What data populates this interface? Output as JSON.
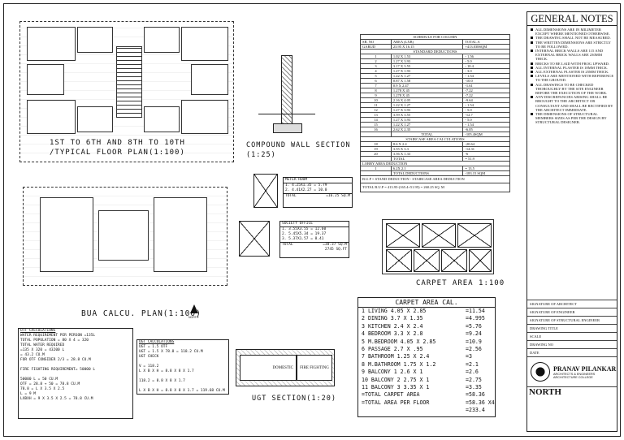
{
  "floor_plan": {
    "title_line1": "1ST TO 6TH AND 8TH TO 10TH",
    "title_line2": "/TYPICAL FLOOR PLAN(1:100)"
  },
  "compound_wall": {
    "title_line1": "COMPOUND WALL SECTION",
    "title_line2": "(1:25)"
  },
  "column_schedule": {
    "header": "SCHEDULE FOR COLUMN",
    "cols": [
      "SR. NO",
      "AREA (LXB)",
      "TOTAL A"
    ],
    "garden": {
      "sr": "GARUD",
      "area": "23.95 X 16.15",
      "total": "+413.038SQM"
    },
    "section_title": "STANDARD DEDUCTIONS",
    "rows": [
      {
        "sr": "1",
        "area": "1.02 X 1.53",
        "total": "- 1.56"
      },
      {
        "sr": "2",
        "area": "1.27 X 3.93",
        "total": "- 5.0"
      },
      {
        "sr": "3",
        "area": "3.17 X 3.55",
        "total": "- 10.4"
      },
      {
        "sr": "4",
        "area": "1.27 X 1.93",
        "total": "- 3.0"
      },
      {
        "sr": "5",
        "area": "1.22 X 1.27",
        "total": "- 1.54"
      },
      {
        "sr": "6",
        "area": "0.87 X 1.58",
        "total": "-10.0"
      },
      {
        "sr": "7",
        "area": "0.9 X 2.47",
        "total": "-1.61"
      },
      {
        "sr": "8",
        "area": "1.278 X 45",
        "total": "-7.22"
      },
      {
        "sr": "9",
        "area": "1.278 X 45",
        "total": "-7.22"
      },
      {
        "sr": "10",
        "area": "2.16 X 4.05",
        "total": "-9.64"
      },
      {
        "sr": "11",
        "area": "1.22 X 1.27",
        "total": "- 1.54"
      },
      {
        "sr": "12",
        "area": "1.27 X 3.93",
        "total": "- 5.0"
      },
      {
        "sr": "13",
        "area": "3.59 X 3.55",
        "total": "-12.7"
      },
      {
        "sr": "14",
        "area": "1.27 X 3.93",
        "total": "- 5.0"
      },
      {
        "sr": "15",
        "area": "1.22 X 1.27",
        "total": "- 1.54"
      },
      {
        "sr": "16",
        "area": "2.62 X 2.35",
        "total": "-6.05"
      }
    ],
    "stair_total_label": "TOTAL",
    "stair_total_value": "-105.4SQM",
    "stair_header": "STAIRCASE AREA CALCULATIONS",
    "stair_rows": [
      {
        "sr": "18",
        "area": "8.6 X 2.4",
        "total": "-20.64"
      },
      {
        "sr": "19",
        "area": "3.55 X 3.3",
        "total": "-14.31"
      },
      {
        "sr": "20",
        "area": "3.56 X 1.33",
        "total": "-6"
      },
      {
        "sr": "",
        "area": "TOTAL",
        "total": "= 51.9"
      }
    ],
    "lobby_header": "LOBBY AREA DEDUCTION",
    "lobby_rows": [
      {
        "sr": "1",
        "area": "6.2X 2.1",
        "total": "= 13.5"
      }
    ],
    "total_deductions_label": "TOTAL DEDUCTIONS",
    "total_deductions_value": "-183.15 SQM",
    "bup_line": "B.U.P = STAND DEDUCTION - STAIRCASE AREA DEDUCTION",
    "total_bup": "TOTAL    B.U.P = 413.95-(165.4+51.95)   = 260.25 SQ. M"
  },
  "meter_room": {
    "title": "METER ROOM",
    "row1": "1.    4.25X1.35  =  5.79",
    "row2": "2.    4.41X2.27  =  10.0",
    "total_label": "TOTAL",
    "total_value": "=16.25 SQ.M"
  },
  "society_office": {
    "title": "SOCIETY OFFICE",
    "row1": "1.    3.55X3.55  =  12.60",
    "row2": "2.    5.45X5.34  =  19.37",
    "row3": "3.    5.37X1.57  =  8.41",
    "total_label": "TOTAL",
    "total_value": "=38.37 SQ.M",
    "total_value2": "2745 SQ.FT"
  },
  "carpet_plan_title": "CARPET AREA 1:100",
  "bua_title": "BUA CALCU. PLAN(1:100)",
  "north_label": "NORTH",
  "otf_calc": {
    "title": "OTF CALCULATIONS",
    "lines": [
      "WATER REQUIREMENT PER PERSON =135L",
      "TOTAL POPULATION = 80 X 4 = 320",
      "TOTAL WATER REQUIRED",
      "=135 X 320 = 43200 L",
      "= 43.2 CU.M",
      "FOR OTF CONSIDER 2/3 = 28.8 CU.M",
      "",
      "FIRE FIGHTING REQUIREMENT= 50000 L",
      "",
      "50000 L = 50 CU.M",
      "OTF = 28.8 + 50 = 78.8 CU.M",
      "78.8 = L X 3.5 X 2.5",
      "L = 9 M",
      "LXBXH = 9 X 3.5 X 2.5 = 78.8 CU.M"
    ]
  },
  "ugt_calc": {
    "title": "UGT CALCULATIONS",
    "lines": [
      "UGT = 1.5 OTF",
      "UGT = 1.5 X 78.8 = 118.2 CU.M",
      "UGT CHECK",
      "",
      "V = 118.2",
      "L X B X H = 8.8 X 8 X 1.7",
      "",
      "118.2 = 8.8 X 8 X 1.7",
      "",
      "L X B X H = 8.8 X 8 X 1.7 = 119.68 CU.M"
    ]
  },
  "ugt_section": {
    "title": "UGT SECTION(1:20)",
    "domestic": "DOMESTIC",
    "fire": "FIRE FIGHTING"
  },
  "carpet_calc": {
    "title": "CARPET AREA CAL.",
    "rows": [
      {
        "area": "1 LIVING  4.05 X 2.85",
        "val": "=11.54"
      },
      {
        "area": "2 DINING  3.7 X 1.35",
        "val": "=4.995"
      },
      {
        "area": "3 KITCHEN  2.4 X 2.4",
        "val": "=5.76"
      },
      {
        "area": "4 BEDROOM 3.3 X 2.8",
        "val": "=9.24"
      },
      {
        "area": "5 M.BEDROOM 4.05 X 2.85",
        "val": "=10.9"
      },
      {
        "area": "6 PASSAGE  2.7 X .95",
        "val": "=2.56"
      },
      {
        "area": "7 BATHROOM  1.25 X 2.4",
        "val": "=3"
      },
      {
        "area": "8 M.BATHROOM 1.75 X 1.2",
        "val": "=2.1"
      },
      {
        "area": "9 BALCONY 1  2.6 X 1",
        "val": "=2.6"
      },
      {
        "area": "10 BALCONY 2  2.75 X 1",
        "val": "=2.75"
      },
      {
        "area": "11 BALCONY 3  3.35 X 1",
        "val": "=3.35"
      }
    ],
    "total_label": "=TOTAL CARPET AREA",
    "total_value": "=58.36",
    "floor_label": "=TOTAL  AREA PER FLOOR",
    "floor_value": "=58.36 X4",
    "floor_value2": "=233.4"
  },
  "general_notes": {
    "title": "GENERAL NOTES",
    "items": [
      "ALL DIMENSIONS ARE IN MILIMETER EXCEPT WHERE MENTIONED OTHERWISE.",
      "THE DRAWING SHALL NOT BE MEASURED.",
      "THE WRITTEN DIMENSIONS ARE STRICTLY TO BE FOLLOWED.",
      "INTERNAL BRICK WALLS ARE 115 AND EXTERNAL BRICK WALLS ARE 230MM THICK.",
      "BRICKS TO BE LAID WITH FROG UPWARD.",
      "ALL INTERNAL PLASTER IS 18MM THICK.",
      "ALL EXTERNAL PLASTER IS 25MM THICK.",
      "LEVELS ARE MENTIONED WITH REFERENCE TO THE GROUND.",
      "ALL DRAWINGS TO BE CHECKED THOROUGHLY BY THE SITE ENGINEER BEFORE THE EXECUTION OF THE WORK.",
      "ANY DISCREPANCIES ARISING SHALL BE BROUGHT TO THE ARCHITECT OR CONSULTANT AND SHALL BE RECTIFIED BY THE ARCHITECT IMMEDIATE.",
      "THE DIMENSIONS OF STRUCTURAL MEMBERS SIZES AS PER THE DESIGN BY STRUCTURAL DESIGNER."
    ]
  },
  "title_block": {
    "rows": [
      "SIGNATURE OF ARCHITECT",
      "SIGNATURE OF ENGINEER",
      "SIGNATURE OF STRUCTURAL ENGINEER",
      "DRAWING TITLE",
      "SCALE",
      "DRAWING NO",
      "DATE"
    ],
    "firm_name": "PRANAV PILANKAR",
    "firm_sub": "ARCHITECTS & ENGINEERS",
    "firm_sub2": "ARCHITECTURE COLLEGE",
    "north": "NORTH"
  }
}
